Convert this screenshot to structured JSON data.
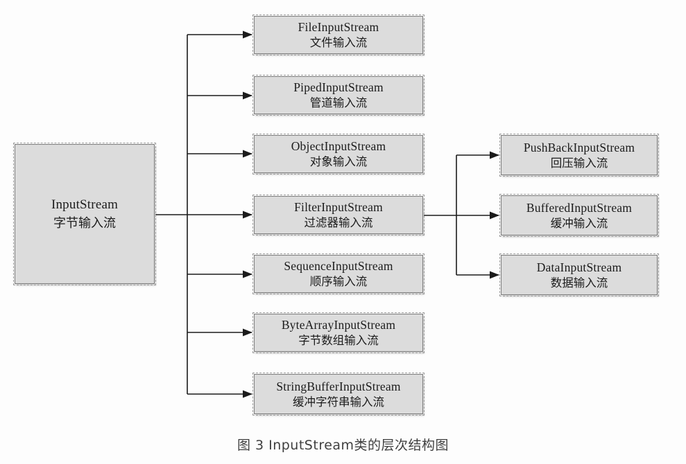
{
  "diagram": {
    "title_caption": "图 3  InputStream类的层次结构图",
    "root": {
      "class_name": "InputStream",
      "chinese_name": "字节输入流"
    },
    "level1": [
      {
        "class_name": "FileInputStream",
        "chinese_name": "文件输入流"
      },
      {
        "class_name": "PipedInputStream",
        "chinese_name": "管道输入流"
      },
      {
        "class_name": "ObjectInputStream",
        "chinese_name": "对象输入流"
      },
      {
        "class_name": "FilterInputStream",
        "chinese_name": "过滤器输入流"
      },
      {
        "class_name": "SequenceInputStream",
        "chinese_name": "顺序输入流"
      },
      {
        "class_name": "ByteArrayInputStream",
        "chinese_name": "字节数组输入流"
      },
      {
        "class_name": "StringBufferInputStream",
        "chinese_name": "缓冲字符串输入流"
      }
    ],
    "level2_parent": "FilterInputStream",
    "level2": [
      {
        "class_name": "PushBackInputStream",
        "chinese_name": "回压输入流"
      },
      {
        "class_name": "BufferedInputStream",
        "chinese_name": "缓冲输入流"
      },
      {
        "class_name": "DataInputStream",
        "chinese_name": "数据输入流"
      }
    ],
    "colors": {
      "box_fill": "#dcdcdc",
      "box_border": "#7a7a7a",
      "connector_line": "#1b1b1b",
      "caption_text": "#3f3f3f",
      "background": "#fdfdfd"
    }
  }
}
